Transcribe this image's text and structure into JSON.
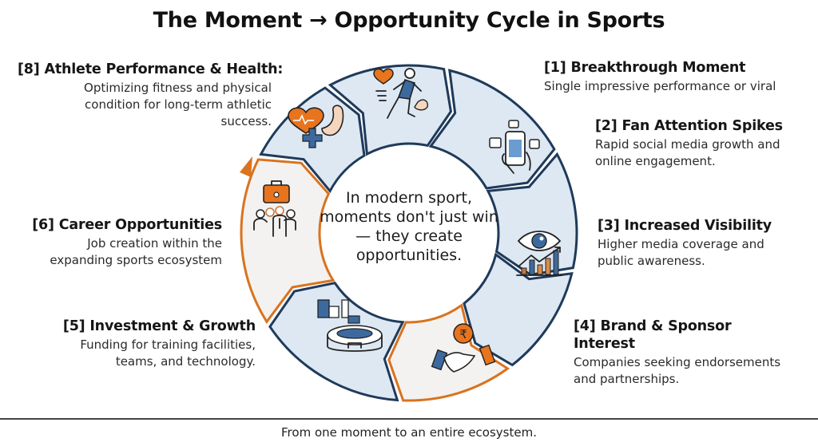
{
  "title": "The Moment → Opportunity Cycle in Sports",
  "center_text": "In modern sport, moments don't just win — they create opportunities.",
  "footer": "From one moment to an entire ecosystem.",
  "colors": {
    "navy_stroke": "#1f3a5a",
    "orange_stroke": "#d9731f",
    "segment_fill_blue": "#dde8f3",
    "segment_fill_light": "#f2f2f2",
    "icon_orange": "#e8741e",
    "icon_blue": "#3d6a9e"
  },
  "steps": [
    {
      "num": "[1]",
      "title": "Breakthrough Moment",
      "desc": "Single impressive performance or viral",
      "icon": "runner-icon"
    },
    {
      "num": "[2]",
      "title": "Fan Attention Spikes",
      "desc": "Rapid social media growth and online engagement.",
      "icon": "smartphone-social-icon"
    },
    {
      "num": "[3]",
      "title": "Increased Visibility",
      "desc": "Higher media coverage and public awareness.",
      "icon": "eye-chart-icon"
    },
    {
      "num": "[4]",
      "title": "Brand & Sponsor Interest",
      "desc": "Companies seeking endorsements and partnerships.",
      "icon": "handshake-rupee-icon"
    },
    {
      "num": "[5]",
      "title": "Investment & Growth",
      "desc": "Funding for training facilities, teams, and technology.",
      "icon": "stadium-icon"
    },
    {
      "num": "[6]",
      "title": "Career Opportunities",
      "desc": "Job creation within the expanding sports ecosystem",
      "icon": "briefcase-people-icon"
    },
    {
      "num": "[8]",
      "title": "Athlete Performance & Health:",
      "desc": "Optimizing fitness and physical condition for long-term athletic success.",
      "icon": "heart-muscle-icon"
    }
  ]
}
